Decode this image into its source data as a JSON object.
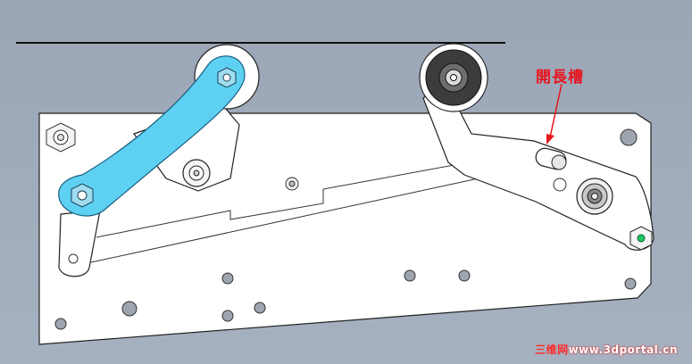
{
  "annotation": {
    "label": "開長槽",
    "color": "#e8141e"
  },
  "watermark": {
    "prefix": "三维网",
    "site": "www.3dportal.cn"
  },
  "colors": {
    "background": "#a0abbb",
    "plate": "#ffffff",
    "outline": "#222222",
    "highlight_arm": "#5ed0f2",
    "wheel": "#3c3c3c",
    "marker": "#1ec864"
  }
}
